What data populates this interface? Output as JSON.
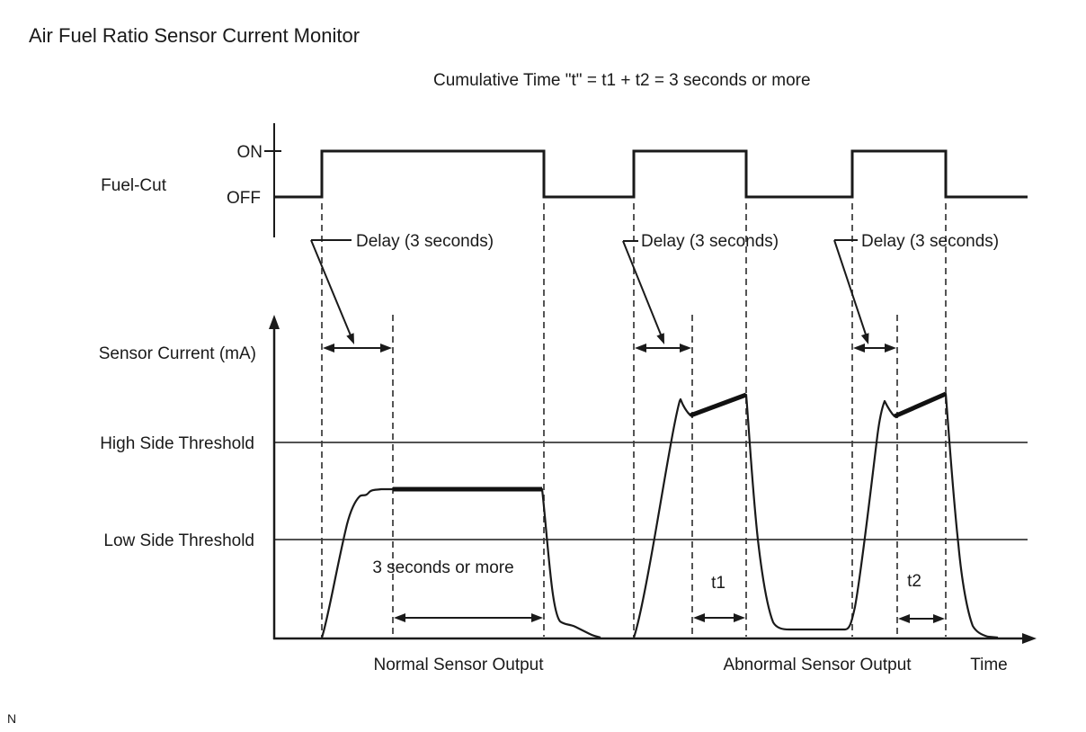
{
  "title": "Air Fuel Ratio Sensor Current Monitor",
  "subtitle": "Cumulative Time \"t\" = t1 + t2 = 3 seconds or more",
  "fuel_cut": {
    "label": "Fuel-Cut",
    "on_label": "ON",
    "off_label": "OFF"
  },
  "sensor": {
    "axis_label": "Sensor Current (mA)",
    "high_threshold_label": "High Side Threshold",
    "low_threshold_label": "Low Side Threshold"
  },
  "annotations": {
    "delay1": "Delay (3 seconds)",
    "delay2": "Delay (3 seconds)",
    "delay3": "Delay (3 seconds)",
    "normal_duration": "3 seconds or more",
    "t1": "t1",
    "t2": "t2"
  },
  "footer": {
    "normal_label": "Normal Sensor Output",
    "abnormal_label": "Abnormal Sensor Output",
    "time_label": "Time"
  },
  "page_marker": "N",
  "colors": {
    "line": "#1a1a1a",
    "dashed_guide": "#555555",
    "threshold": "#3a3a3a",
    "background": "#ffffff"
  }
}
